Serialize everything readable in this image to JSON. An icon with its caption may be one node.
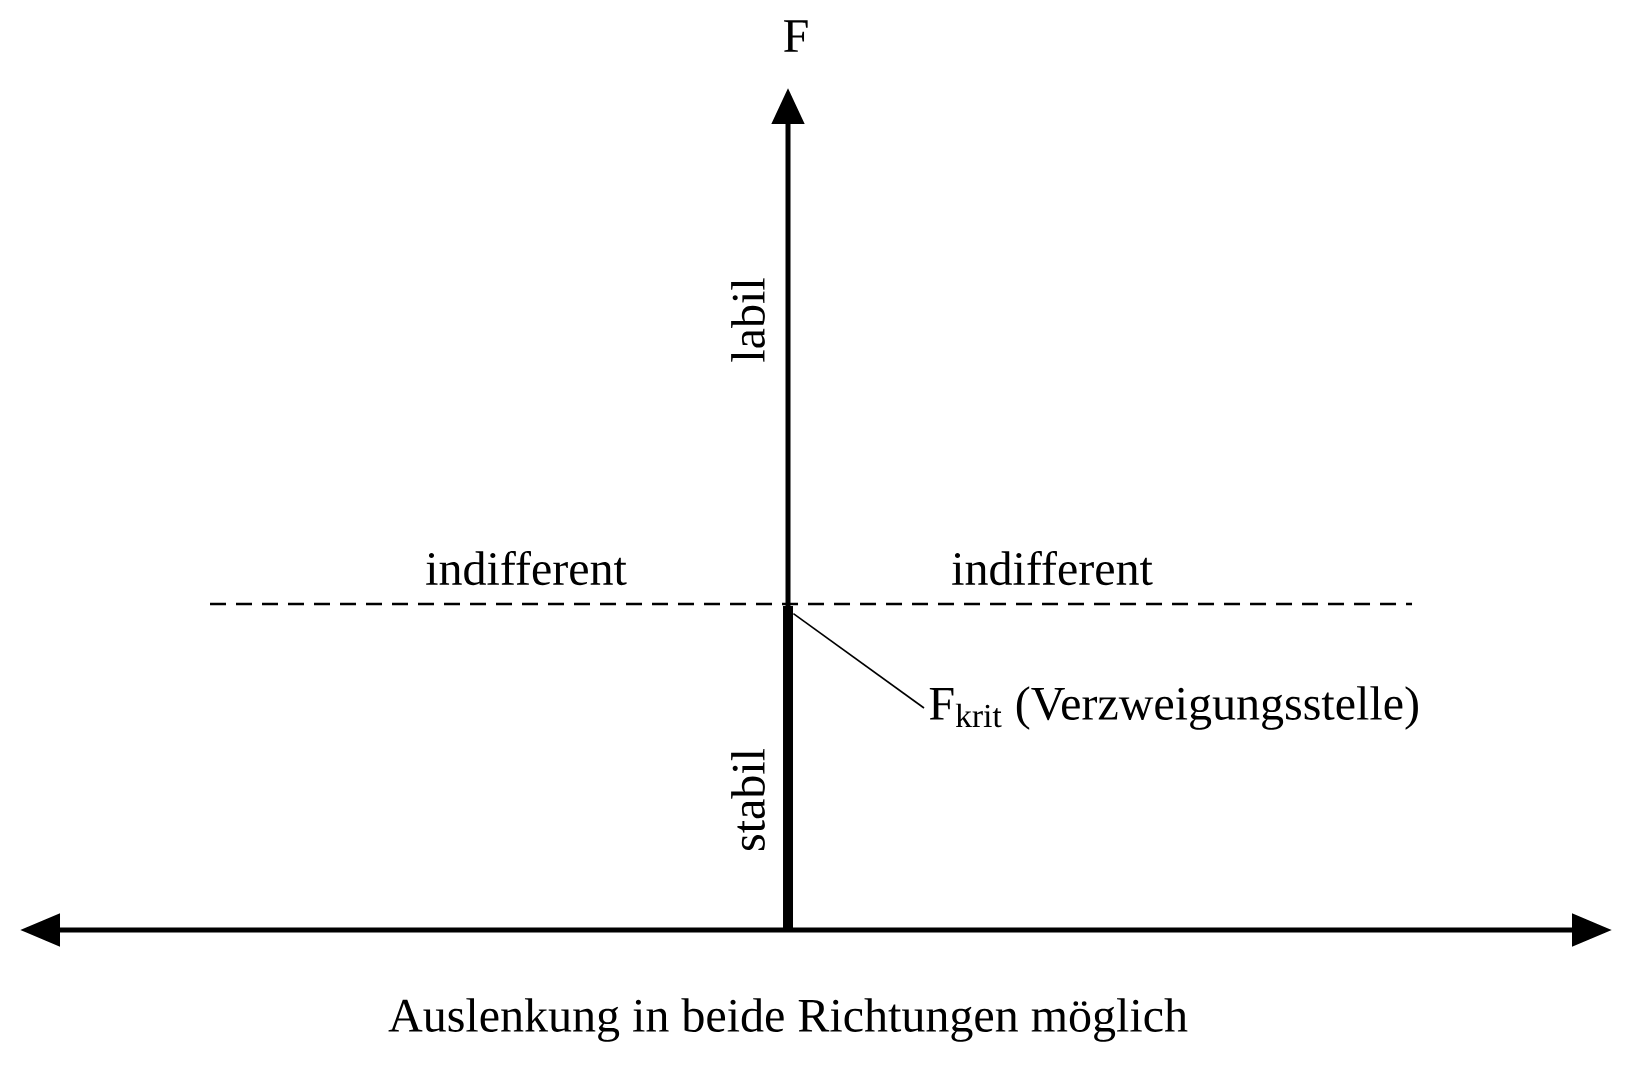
{
  "diagram": {
    "nodes": [
      {
        "text": [
          "F$_{krit}$ (Verzweigungsstelle)"
        ]
      },
      {
        "text": [],
        "shape": "bar"
      }
    ],
    "edges": [
      {
        "from": 0,
        "to": 1,
        "arrow": "none"
      }
    ],
    "labels": [
      "F",
      "labil",
      "indifferent",
      "indifferent",
      "stabil",
      "Auslenkung in beide Richtungen möglich"
    ]
  }
}
